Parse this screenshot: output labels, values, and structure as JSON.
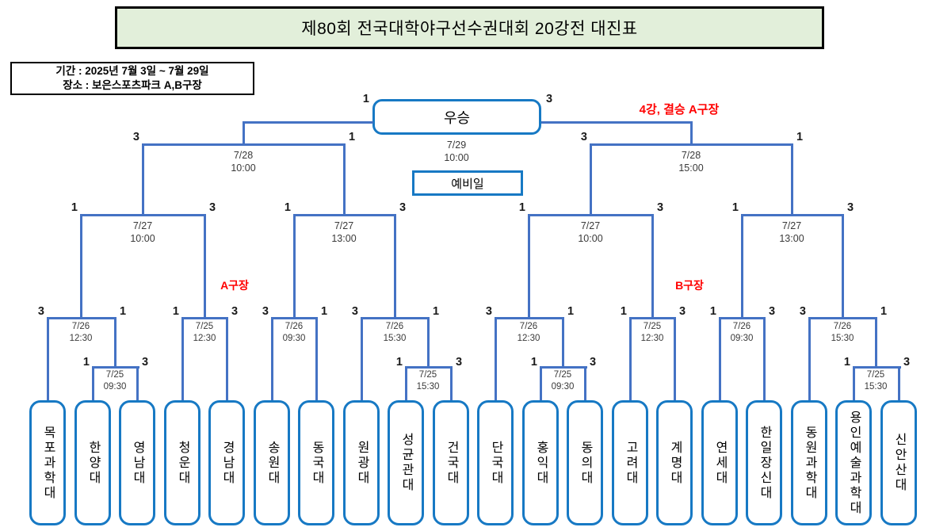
{
  "title": "제80회 전국대학야구선수권대회 20강전 대진표",
  "info": {
    "period": "기간 : 2025년 7월 3일 ~ 7월 29일",
    "venue": "장소 : 보은스포츠파크 A,B구장"
  },
  "final": {
    "label": "우승",
    "date": "7/29",
    "time": "10:00",
    "score_left": "1",
    "score_right": "3",
    "note": "4강, 결승 A구장"
  },
  "reserve": {
    "label": "예비일"
  },
  "zones": {
    "left": "A구장",
    "right": "B구장"
  },
  "semifinals": [
    {
      "date": "7/28",
      "time": "10:00",
      "score_left": "3",
      "score_right": "1"
    },
    {
      "date": "7/28",
      "time": "15:00",
      "score_left": "3",
      "score_right": "1"
    }
  ],
  "quarterfinals": [
    {
      "date": "7/27",
      "time": "10:00",
      "score_left": "1",
      "score_right": "3"
    },
    {
      "date": "7/27",
      "time": "13:00",
      "score_left": "1",
      "score_right": "3"
    },
    {
      "date": "7/27",
      "time": "10:00",
      "score_left": "1",
      "score_right": "3"
    },
    {
      "date": "7/27",
      "time": "13:00",
      "score_left": "1",
      "score_right": "3"
    }
  ],
  "round_of_16": [
    {
      "date": "7/26",
      "time": "12:30",
      "score_left": "3",
      "score_right": "1"
    },
    {
      "date": "7/25",
      "time": "12:30",
      "score_left": "1",
      "score_right": "3"
    },
    {
      "date": "7/26",
      "time": "09:30",
      "score_left": "3",
      "score_right": "1"
    },
    {
      "date": "7/26",
      "time": "15:30",
      "score_left": "3",
      "score_right": "1"
    },
    {
      "date": "7/26",
      "time": "12:30",
      "score_left": "3",
      "score_right": "1"
    },
    {
      "date": "7/25",
      "time": "12:30",
      "score_left": "1",
      "score_right": "3"
    },
    {
      "date": "7/26",
      "time": "09:30",
      "score_left": "1",
      "score_right": "3"
    },
    {
      "date": "7/26",
      "time": "15:30",
      "score_left": "3",
      "score_right": "1"
    }
  ],
  "play_ins": [
    {
      "date": "7/25",
      "time": "09:30",
      "score_left": "1",
      "score_right": "3"
    },
    {
      "date": "7/25",
      "time": "15:30",
      "score_left": "1",
      "score_right": "3"
    },
    {
      "date": "7/25",
      "time": "09:30",
      "score_left": "1",
      "score_right": "3"
    },
    {
      "date": "7/25",
      "time": "15:30",
      "score_left": "1",
      "score_right": "3"
    }
  ],
  "teams": [
    "목포과학대",
    "한양대",
    "영남대",
    "청운대",
    "경남대",
    "송원대",
    "동국대",
    "원광대",
    "성균관대",
    "건국대",
    "단국대",
    "홍익대",
    "동의대",
    "고려대",
    "계명대",
    "연세대",
    "한일장신대",
    "동원과학대",
    "용인예술과학대",
    "신안산대"
  ],
  "colors": {
    "bracket_line": "#4472C4",
    "box_border": "#1779C4",
    "title_bg": "#E2EFDA",
    "annotation_red": "#FF0000"
  }
}
